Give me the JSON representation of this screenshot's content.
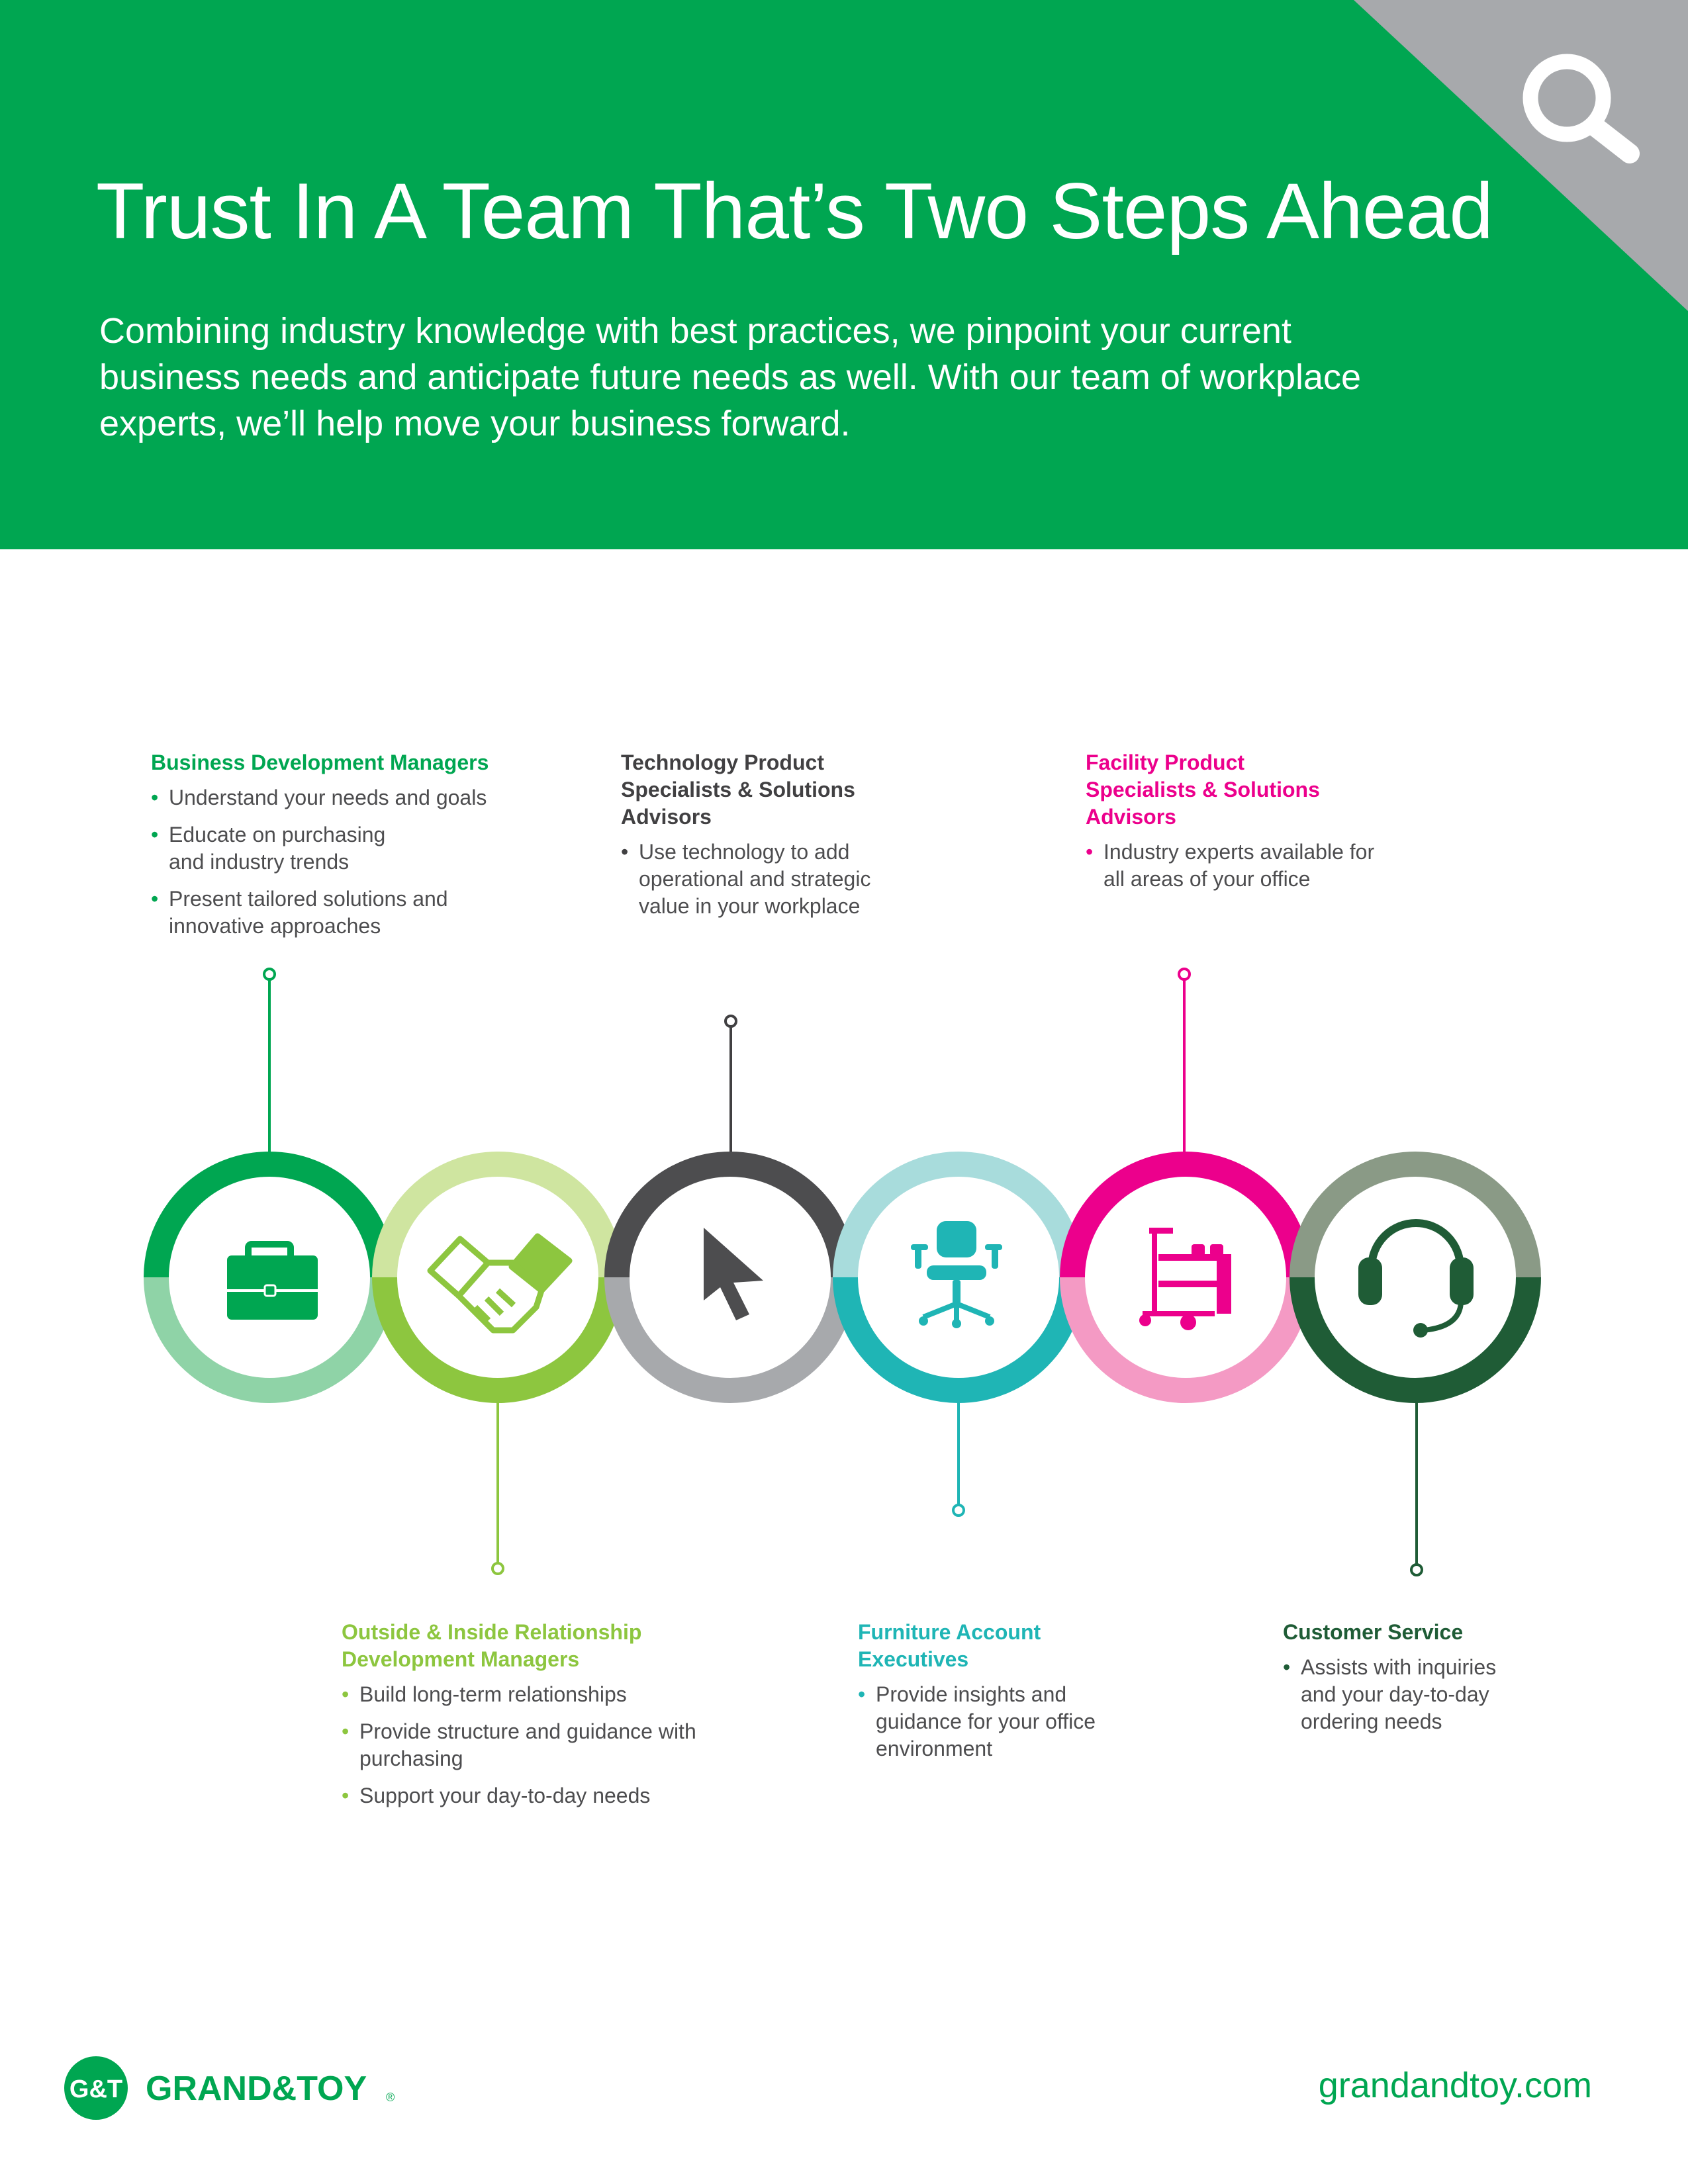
{
  "header": {
    "title": "Trust In A Team That’s Two Steps Ahead",
    "intro": "Combining industry knowledge with best practices, we pinpoint your current business needs and anticipate future needs as well. With our team of workplace experts, we’ll help move your business forward.",
    "search_icon": "magnifier-icon",
    "background_color": "#00a651",
    "corner_color": "#a7a9ac"
  },
  "roles": [
    {
      "title": "Business Development Managers",
      "color": "#00a651",
      "icon": "briefcase-icon",
      "bullets": [
        "Understand your needs and goals",
        "Educate on purchasing and industry trends",
        "Present tailored solutions and innovative approaches"
      ]
    },
    {
      "title": "Outside & Inside Relationship Development Managers",
      "color": "#8dc63f",
      "icon": "handshake-icon",
      "bullets": [
        "Build long-term relationships",
        "Provide structure and guidance with purchasing",
        "Support your day-to-day needs"
      ]
    },
    {
      "title": "Technology Product Specialists & Solutions Advisors",
      "color": "#414042",
      "icon": "cursor-icon",
      "bullets": [
        "Use technology to add operational and strategic value in your workplace"
      ]
    },
    {
      "title": "Furniture Account Executives",
      "color": "#1fb5b5",
      "icon": "office-chair-icon",
      "bullets": [
        "Provide insights and guidance for your office environment"
      ]
    },
    {
      "title": "Facility Product Specialists & Solutions Advisors",
      "color": "#ec008c",
      "icon": "janitorial-cart-icon",
      "bullets": [
        "Industry experts available for all areas of your office"
      ]
    },
    {
      "title": "Customer Service",
      "color": "#1f5c36",
      "icon": "headset-icon",
      "bullets": [
        "Assists with inquiries and your day-to-day ordering needs"
      ]
    }
  ],
  "footer": {
    "logo_mark": "G&T",
    "brand": "GRAND&TOY",
    "registered": "®",
    "website": "grandandtoy.com"
  }
}
